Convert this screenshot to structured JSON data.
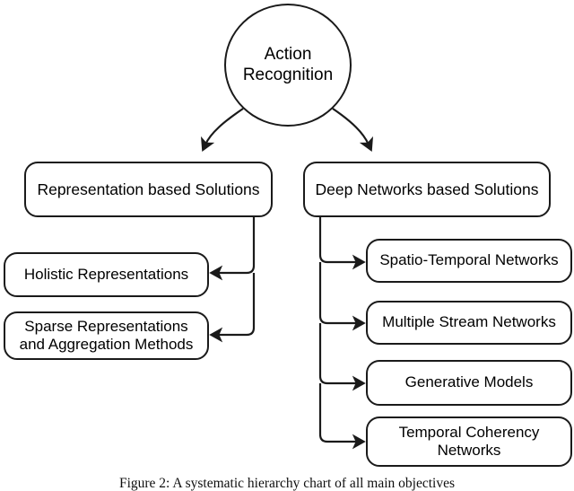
{
  "figure": {
    "title": "Action Recognition taxonomy diagram",
    "caption": "Figure 2:  A systematic hierarchy chart of all main objectives",
    "stroke_color": "#1a1a1a",
    "background_color": "#ffffff"
  },
  "root": {
    "label": "Action\nRecognition",
    "shape": "circle"
  },
  "branches": [
    {
      "id": "representation",
      "label": "Representation based Solutions",
      "children": [
        {
          "id": "holistic",
          "label": "Holistic Representations"
        },
        {
          "id": "sparse",
          "label": "Sparse Representations\nand Aggregation Methods"
        }
      ]
    },
    {
      "id": "deep-networks",
      "label": "Deep Networks based Solutions",
      "children": [
        {
          "id": "spatio-temporal",
          "label": "Spatio-Temporal Networks"
        },
        {
          "id": "multiple-stream",
          "label": "Multiple Stream Networks"
        },
        {
          "id": "generative",
          "label": "Generative Models"
        },
        {
          "id": "temporal-coherency",
          "label": "Temporal Coherency\nNetworks"
        }
      ]
    }
  ]
}
